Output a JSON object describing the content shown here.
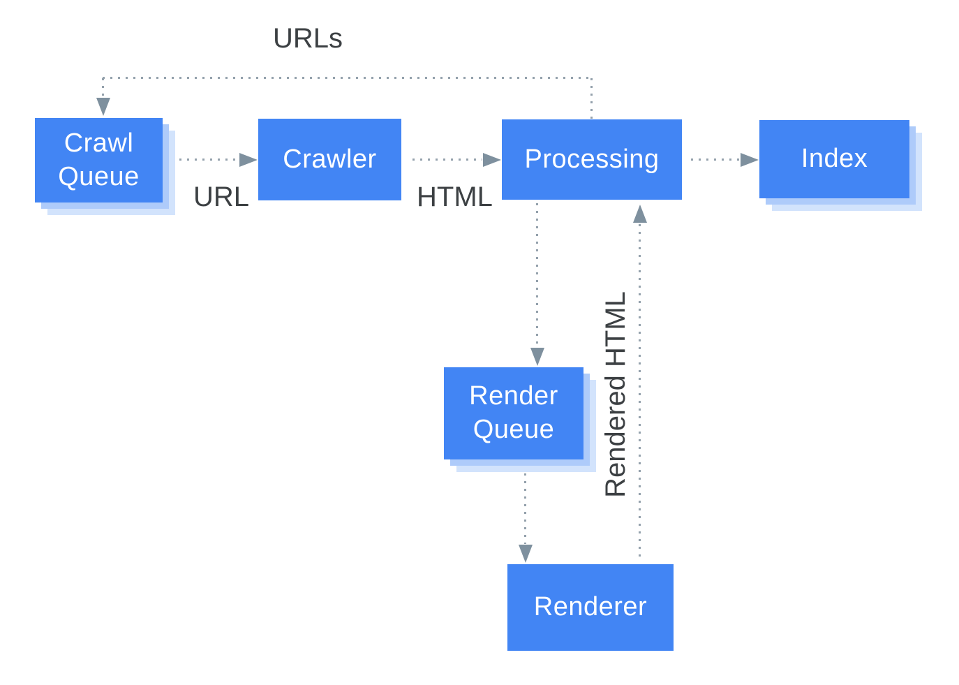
{
  "diagram": {
    "type": "flow-diagram",
    "topic": "Crawl / render / index pipeline",
    "nodes": [
      {
        "id": "crawl-queue",
        "label": "Crawl Queue",
        "shadowed": true
      },
      {
        "id": "crawler",
        "label": "Crawler",
        "shadowed": false
      },
      {
        "id": "processing",
        "label": "Processing",
        "shadowed": false
      },
      {
        "id": "index",
        "label": "Index",
        "shadowed": true
      },
      {
        "id": "render-queue",
        "label": "Render Queue",
        "shadowed": true
      },
      {
        "id": "renderer",
        "label": "Renderer",
        "shadowed": false
      }
    ],
    "edges": [
      {
        "name": "processing-to-crawl-queue-loop",
        "from": "processing",
        "to": "crawl-queue",
        "label": "URLs",
        "arrowhead_icon": "arrowhead-down-icon",
        "style": "dotted"
      },
      {
        "name": "crawl-queue-to-crawler",
        "from": "crawl-queue",
        "to": "crawler",
        "label": "URL",
        "arrowhead_icon": "arrowhead-right-icon",
        "style": "dotted"
      },
      {
        "name": "crawler-to-processing",
        "from": "crawler",
        "to": "processing",
        "label": "HTML",
        "arrowhead_icon": "arrowhead-right-icon",
        "style": "dotted"
      },
      {
        "name": "processing-to-index",
        "from": "processing",
        "to": "index",
        "label": "",
        "arrowhead_icon": "arrowhead-right-icon",
        "style": "dotted"
      },
      {
        "name": "processing-to-render-queue",
        "from": "processing",
        "to": "render-queue",
        "label": "",
        "arrowhead_icon": "arrowhead-down-icon",
        "style": "dotted"
      },
      {
        "name": "render-queue-to-renderer",
        "from": "render-queue",
        "to": "renderer",
        "label": "",
        "arrowhead_icon": "arrowhead-down-icon",
        "style": "dotted"
      },
      {
        "name": "renderer-to-processing",
        "from": "renderer",
        "to": "processing",
        "label": "Rendered HTML",
        "arrowhead_icon": "arrowhead-up-icon",
        "style": "dotted"
      }
    ],
    "colors": {
      "background": "#FFFFFF",
      "node_fill": "#4285F4",
      "node_text": "#FFFFFF",
      "shadow_inner": "#AECBFA",
      "shadow_outer": "#D2E3FC",
      "edge_dots": "#94A1AC",
      "arrowhead": "#7E909E",
      "label_text": "#3C4043"
    }
  }
}
